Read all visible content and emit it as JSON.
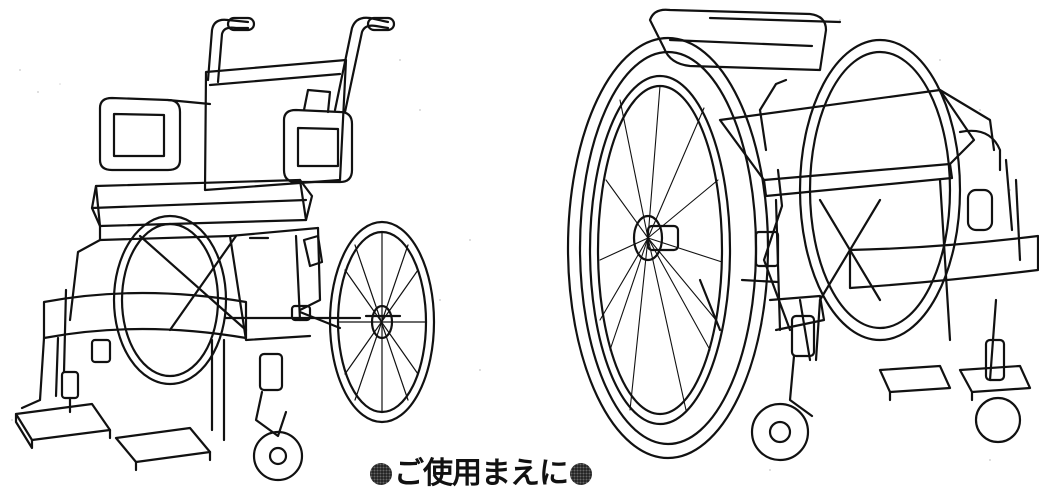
{
  "document": {
    "heading": "ご使用まえに",
    "bullet_color": "#1a1a1a"
  },
  "illustrations": [
    {
      "name": "wheelchair-front-view",
      "description_icon": "wheelchair-icon"
    },
    {
      "name": "wheelchair-rear-view",
      "description_icon": "wheelchair-icon"
    }
  ]
}
